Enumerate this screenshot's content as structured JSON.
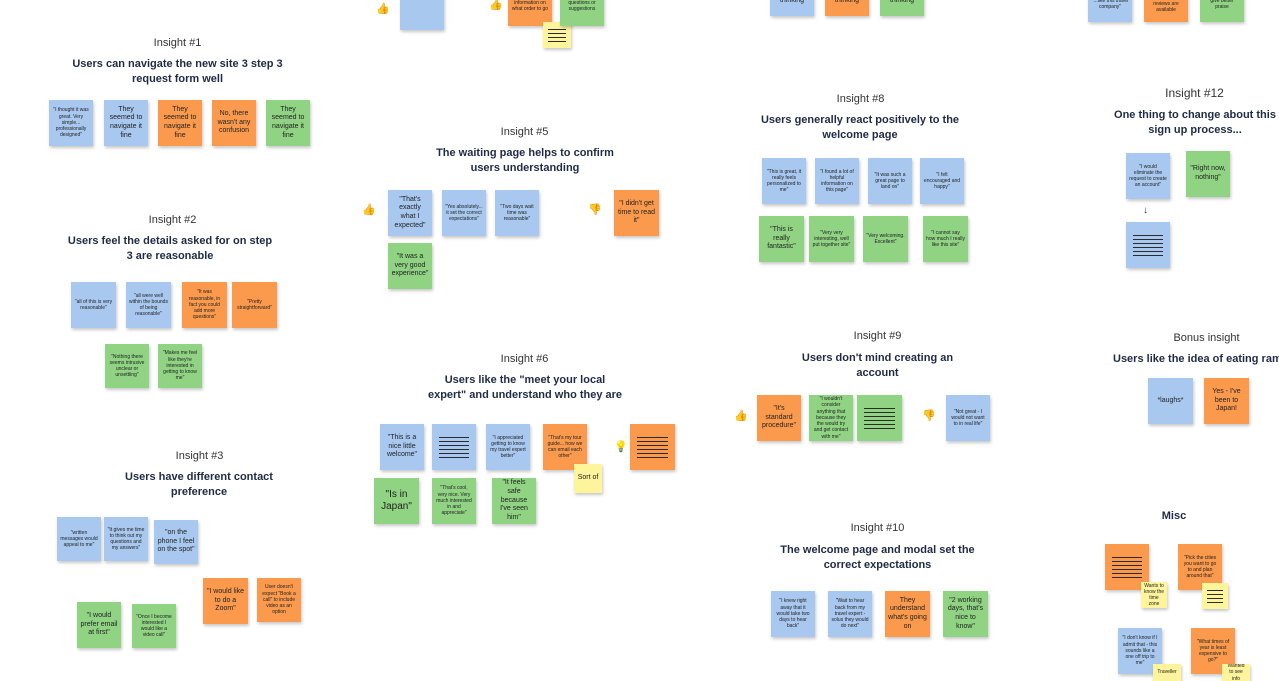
{
  "insights": [
    {
      "label": "Insight #1",
      "title": "Users can navigate the new site 3 step 3 request form well",
      "notes": [
        "\"I thought it was great. Very simple... professionally designed\"",
        "They seemed to navigate it fine",
        "They seemed to navigate it fine",
        "No, there wasn't any confusion",
        "They seemed to navigate it fine"
      ]
    },
    {
      "label": "Insight #2",
      "title": "Users feel the details asked for on step 3 are reasonable",
      "notes": [
        "\"all of this is very reasonable\"",
        "\"all were well within the bounds of being reasonable\"",
        "\"It was reasonable, in fact you could add more questions\"",
        "\"Pretty straightforward\"",
        "\"Nothing there seems intrusive unclear or unsettling\"",
        "\"Makes me feel like they're interested in getting to know me\""
      ]
    },
    {
      "label": "Insight #3",
      "title": "Users have different contact preference",
      "notes": [
        "\"written messages would appeal to me\"",
        "\"It gives me time to think out my questions and my answers\"",
        "\"on the phone I feel on the spot\"",
        "\"I would like to do a Zoom\"",
        "User doesn't expect \"Book a call\" to include video as an option",
        "\"I would prefer email at first\"",
        "\"Once I become interested I would like a video call\""
      ]
    },
    {
      "label": "Insight #5",
      "title": "The waiting page helps to confirm users understanding",
      "notes": [
        "\"That's exactly what I expected\"",
        "\"Yes absolutely... it set the correct expectations\"",
        "\"Two days wait time was reasonable\"",
        "\"I didn't get time to read it\"",
        "\"It was a very good experience\""
      ]
    },
    {
      "label": "Insight #6",
      "title": "Users like the \"meet your local expert\" and understand who they are",
      "notes": [
        "\"This is a nice little welcome\"",
        "\"I appreciated getting to know my travel expert better\"",
        "\"That's my tour guide... how we can email each other\"",
        "Sort of",
        "\"Is in Japan\"",
        "\"That's cool, very nice. Very much interested in and appreciate\"",
        "\"It feels safe because I've seen him\""
      ]
    },
    {
      "label": "Insight #8",
      "title": "Users generally react positively to the welcome page",
      "notes": [
        "\"This is great, it really feels personalized to me\"",
        "\"I found a lot of helpful information on this page\"",
        "\"It was such a great page to land on\"",
        "\"I felt encouraged and happy\"",
        "\"This is really fantastic\"",
        "\"Very very interesting, well put together site\"",
        "\"Very welcoming. Excellent\"",
        "\"I cannot say how much I really like this site\""
      ]
    },
    {
      "label": "Insight #9",
      "title": "Users don't mind creating an account",
      "notes": [
        "\"It's standard procedure\"",
        "\"I wouldn't consider anything that because they the would try and get contact with me\"",
        "\"Not great - I would not want to in real life\""
      ]
    },
    {
      "label": "Insight #10",
      "title": "The welcome page and modal set the correct expectations",
      "notes": [
        "\"I knew right away that it would take two days to hear back\"",
        "\"Wait to hear back from my travel expert - solus they would do next\"",
        "They understand what's going on",
        "\"2 working days, that's nice to know\""
      ]
    },
    {
      "label": "Insight #12",
      "title": "One thing to change about this sign up process...",
      "notes": [
        "\"I would eliminate the request to create an account\"",
        "\"Right now, nothing\""
      ]
    },
    {
      "label": "Bonus insight",
      "title": "Users like the idea of eating ram",
      "notes": [
        "*laughs*",
        "Yes - I've been to Japan!"
      ]
    },
    {
      "label": "",
      "title": "Misc",
      "notes": [
        "\"Pick the cities you want to go to and plan around that\"",
        "Wants to know the time zone",
        "\"I don't know if I admit that - this sounds like a one off trip to me\"",
        "\"What times of year is least expensive to go?\"",
        "Traveller",
        "Wanted to see info"
      ]
    }
  ],
  "top": [
    "thinking",
    "thinking",
    "thinking",
    "information on what order to go",
    "questions or suggestions",
    "\"...like this travel company\"",
    "should have reviews are available",
    "give better praise"
  ]
}
